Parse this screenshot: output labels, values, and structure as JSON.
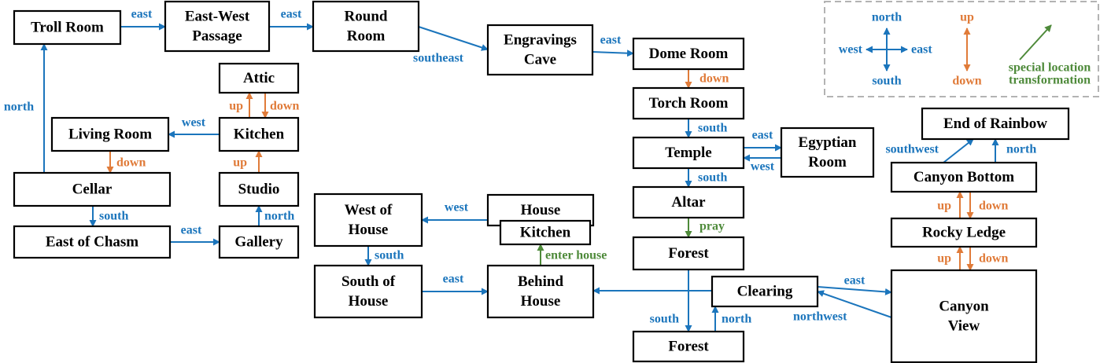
{
  "colors": {
    "move": "#1b75bc",
    "vertical": "#e07b39",
    "special": "#4e8a3a"
  },
  "rooms": {
    "troll_room": [
      "Troll Room"
    ],
    "east_west_passage": [
      "East-West",
      "Passage"
    ],
    "round_room": [
      "Round",
      "Room"
    ],
    "engravings_cave": [
      "Engravings",
      "Cave"
    ],
    "dome_room": [
      "Dome Room"
    ],
    "torch_room": [
      "Torch Room"
    ],
    "temple": [
      "Temple"
    ],
    "egyptian_room": [
      "Egyptian",
      "Room"
    ],
    "altar": [
      "Altar"
    ],
    "forest_1": [
      "Forest"
    ],
    "forest_2": [
      "Forest"
    ],
    "clearing": [
      "Clearing"
    ],
    "canyon_view": [
      "Canyon",
      "View"
    ],
    "rocky_ledge": [
      "Rocky Ledge"
    ],
    "canyon_bottom": [
      "Canyon Bottom"
    ],
    "end_of_rainbow": [
      "End of Rainbow"
    ],
    "attic": [
      "Attic"
    ],
    "kitchen": [
      "Kitchen"
    ],
    "living_room": [
      "Living Room"
    ],
    "studio": [
      "Studio"
    ],
    "cellar": [
      "Cellar"
    ],
    "east_of_chasm": [
      "East of Chasm"
    ],
    "gallery": [
      "Gallery"
    ],
    "west_of_house": [
      "West of",
      "House"
    ],
    "house": [
      "House"
    ],
    "house_kitchen": [
      "Kitchen"
    ],
    "south_of_house": [
      "South of",
      "House"
    ],
    "behind_house": [
      "Behind",
      "House"
    ]
  },
  "edge_labels": {
    "troll_to_ew": "east",
    "ew_to_round": "east",
    "round_to_engravings": "southeast",
    "engravings_to_dome": "east",
    "dome_to_torch": "down",
    "torch_to_temple": "south",
    "temple_to_egyptian": "east",
    "egyptian_to_temple": "west",
    "temple_to_altar": "south",
    "altar_to_forest": "pray",
    "forest_to_forest": "south",
    "forest_to_clearing": "north",
    "clearing_to_behind": "",
    "clearing_to_canyon": "east",
    "canyon_to_clearing": "northwest",
    "canyon_to_ledge": "up",
    "ledge_to_canyon": "down",
    "ledge_to_bottom": "up",
    "bottom_to_ledge": "down",
    "bottom_to_rainbow_sw": "southwest",
    "bottom_to_rainbow_n": "north",
    "cellar_to_troll": "north",
    "living_to_cellar": "down",
    "cellar_to_chasm": "south",
    "chasm_to_gallery": "east",
    "gallery_to_studio": "north",
    "studio_to_kitchen": "up",
    "kitchen_to_living": "west",
    "kitchen_to_attic": "up",
    "attic_to_kitchen": "down",
    "house_to_westofhouse": "west",
    "westofhouse_to_south": "south",
    "south_to_behind": "east",
    "behind_to_kitchen": "enter house"
  },
  "legend": {
    "north": "north",
    "south": "south",
    "west": "west",
    "east": "east",
    "up": "up",
    "down": "down",
    "special_line1": "special location",
    "special_line2": "transformation"
  }
}
